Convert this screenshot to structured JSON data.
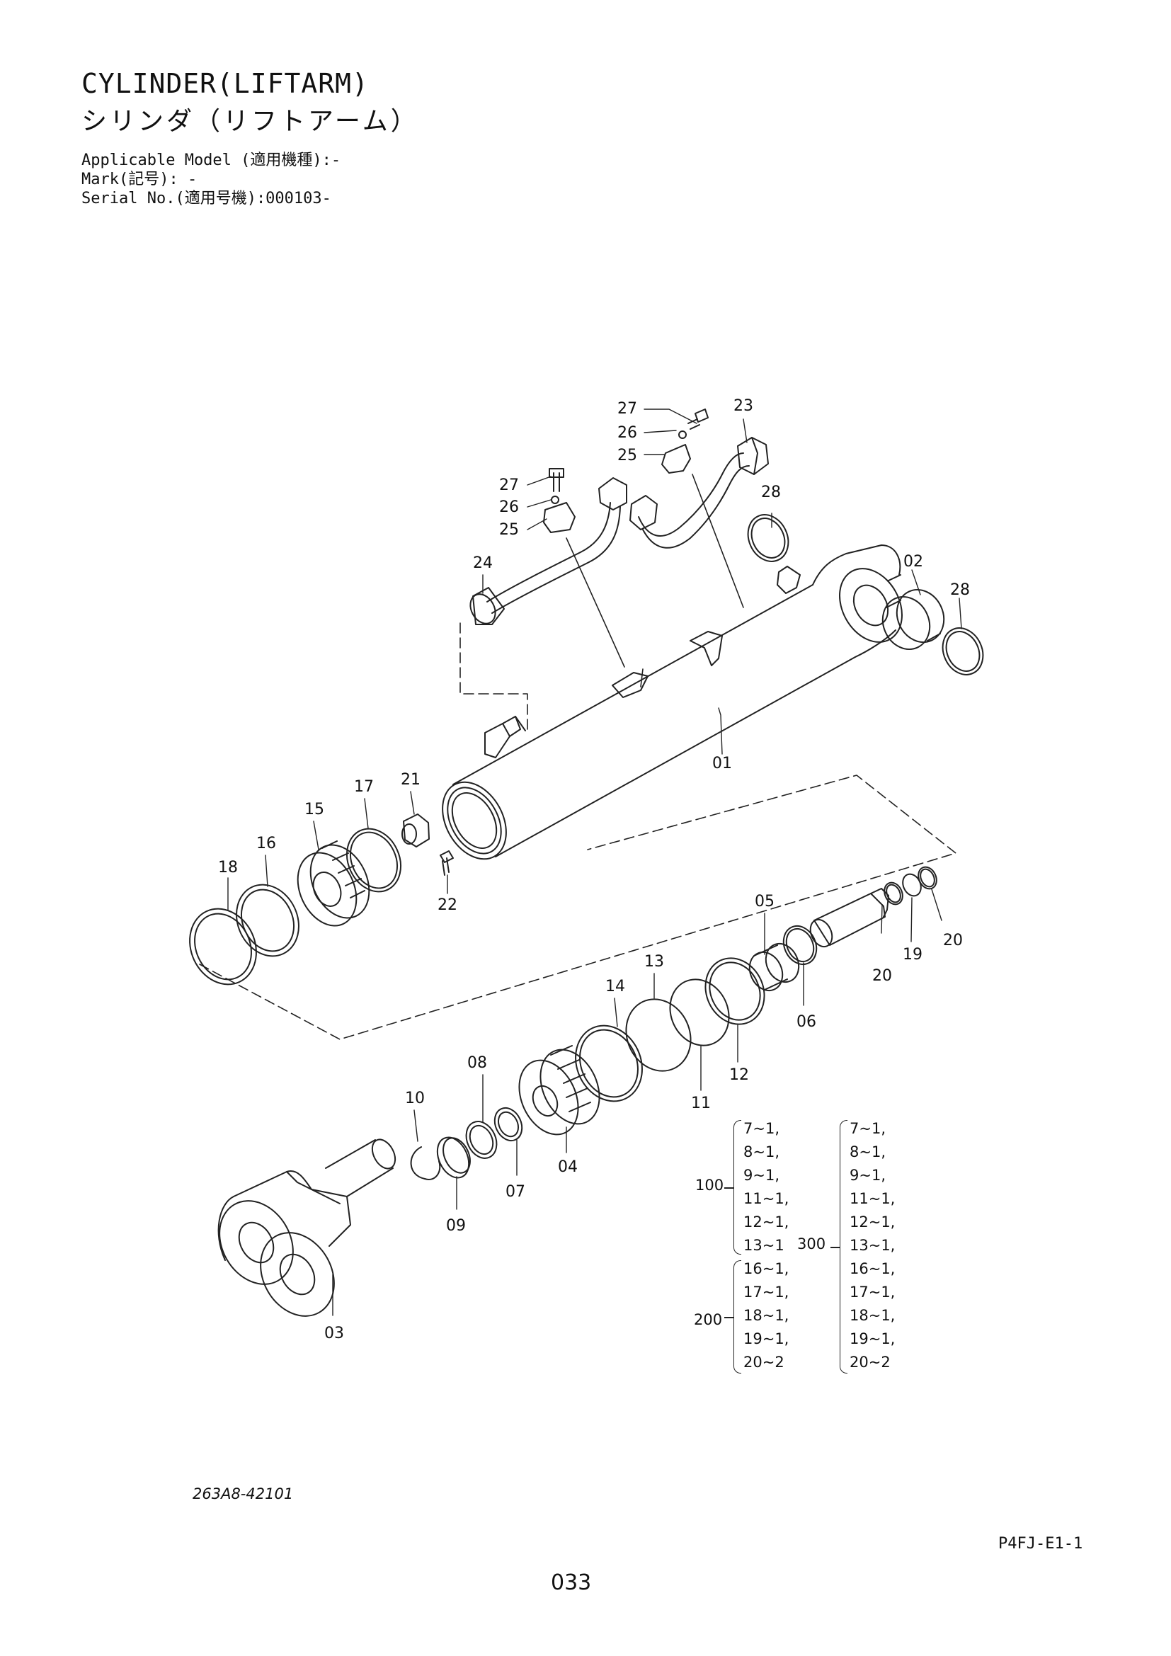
{
  "header": {
    "title_en": "CYLINDER(LIFTARM)",
    "title_ja": "シリンダ（リフトアーム）",
    "applicable_model": "Applicable Model (適用機種):-",
    "mark": "Mark(記号): -",
    "serial_no": "Serial No.(適用号機):000103-"
  },
  "callouts": {
    "c27a": "27",
    "c26a": "26",
    "c25a": "25",
    "c23": "23",
    "c27b": "27",
    "c26b": "26",
    "c25b": "25",
    "c28a": "28",
    "c24": "24",
    "c02": "02",
    "c28b": "28",
    "c01": "01",
    "c21": "21",
    "c17": "17",
    "c15": "15",
    "c16": "16",
    "c18": "18",
    "c22": "22",
    "c05": "05",
    "c20a": "20",
    "c19": "19",
    "c20b": "20",
    "c06": "06",
    "c13": "13",
    "c14": "14",
    "c12": "12",
    "c11": "11",
    "c08": "08",
    "c10": "10",
    "c07": "07",
    "c04": "04",
    "c09": "09",
    "c03": "03"
  },
  "kits": [
    {
      "id": "100",
      "items": [
        "7~1,",
        "8~1,",
        "9~1,",
        "11~1,",
        "12~1,",
        "13~1"
      ]
    },
    {
      "id": "200",
      "items": [
        "16~1,",
        "17~1,",
        "18~1,",
        "19~1,",
        "20~2"
      ]
    },
    {
      "id": "300",
      "items": [
        "7~1,",
        "8~1,",
        "9~1,",
        "11~1,",
        "12~1,",
        "13~1,",
        "16~1,",
        "17~1,",
        "18~1,",
        "19~1,",
        "20~2"
      ]
    }
  ],
  "footer": {
    "drawing_number": "263A8-42101",
    "sheet_code": "P4FJ-E1-1",
    "page_number": "033"
  }
}
